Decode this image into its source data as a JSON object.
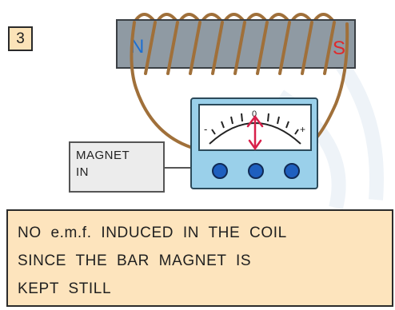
{
  "step": {
    "number": "3"
  },
  "magnet": {
    "north_label": "N",
    "south_label": "S"
  },
  "galvanometer": {
    "zero_label": "0",
    "minus_label": "-",
    "plus_label": "+"
  },
  "label_box": {
    "line1": "MAGNET",
    "line2": "IN"
  },
  "caption": {
    "line1": "NO  e.m.f.  INDUCED  IN  THE  COIL",
    "line2": "SINCE  THE  BAR  MAGNET  IS",
    "line3": "KEPT  STILL"
  },
  "colors": {
    "badge_fill": "#fbe3b8",
    "caption_fill": "#fde4bd",
    "magnet_fill": "#8f9aa3",
    "coil_wire": "#a0703a",
    "meter_body": "#9ad0ea",
    "meter_face": "#ffffff",
    "knob_fill": "#1e5fbf",
    "needle": "#d8204a",
    "north_text": "#1d6fd1",
    "south_text": "#e02a2a"
  }
}
